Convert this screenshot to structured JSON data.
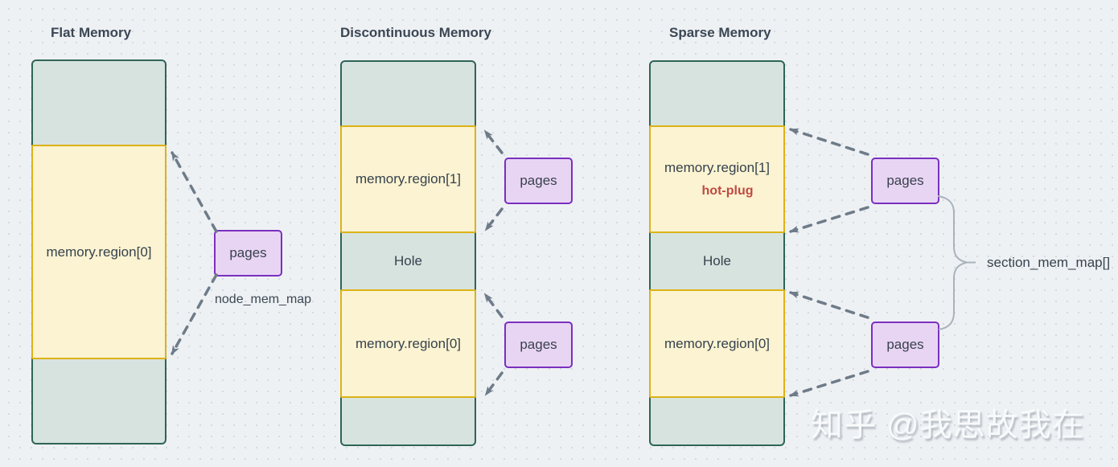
{
  "diagrams": [
    {
      "title": "Flat Memory",
      "segments": [
        {
          "type": "reserved",
          "label": ""
        },
        {
          "type": "region",
          "label": "memory.region[0]"
        },
        {
          "type": "reserved",
          "label": ""
        }
      ],
      "pages_boxes": [
        {
          "label": "pages"
        }
      ],
      "annotation": "node_mem_map"
    },
    {
      "title": "Discontinuous Memory",
      "segments": [
        {
          "type": "reserved",
          "label": ""
        },
        {
          "type": "region",
          "label": "memory.region[1]"
        },
        {
          "type": "hole",
          "label": "Hole"
        },
        {
          "type": "region",
          "label": "memory.region[0]"
        },
        {
          "type": "reserved",
          "label": ""
        }
      ],
      "pages_boxes": [
        {
          "label": "pages"
        },
        {
          "label": "pages"
        }
      ]
    },
    {
      "title": "Sparse Memory",
      "segments": [
        {
          "type": "reserved",
          "label": ""
        },
        {
          "type": "region",
          "label": "memory.region[1]",
          "sublabel": "hot-plug"
        },
        {
          "type": "hole",
          "label": "Hole"
        },
        {
          "type": "region",
          "label": "memory.region[0]"
        },
        {
          "type": "reserved",
          "label": ""
        }
      ],
      "pages_boxes": [
        {
          "label": "pages"
        },
        {
          "label": "pages"
        }
      ],
      "annotation": "section_mem_map[]"
    }
  ],
  "watermark": {
    "text": "知乎 @我思故我在"
  },
  "colors": {
    "background": "#eef1f4",
    "grid_dot": "#d4dade",
    "region_fill": "#fbf3d1",
    "region_border": "#ddb217",
    "reserved_fill": "#d6e3de",
    "reserved_border": "#2f6456",
    "pages_fill": "#e8d5f4",
    "pages_border": "#7b2fbf",
    "arrow": "#6e7b88",
    "brace": "#a9b3bd",
    "text": "#36424e",
    "hotplug_text": "#bf4a42"
  }
}
